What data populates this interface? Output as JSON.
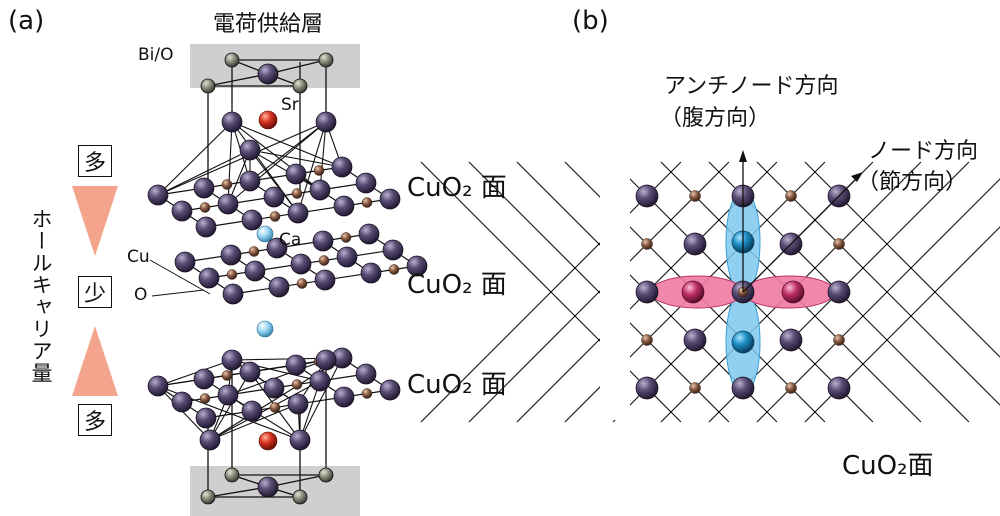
{
  "panel_a": {
    "label": "(a)",
    "charge_layer_label": "電荷供給層",
    "bio_label": "Bi/O",
    "sr_label": "Sr",
    "ca_label": "Ca",
    "cu_label": "Cu",
    "o_label": "O",
    "planes": [
      "CuO₂ 面",
      "CuO₂ 面",
      "CuO₂ 面"
    ],
    "hole_axis_label": "ホールキャリア量",
    "hole_levels": [
      "多",
      "少",
      "多"
    ]
  },
  "panel_b": {
    "label": "(b)",
    "antinode_line1": "アンチノード方向",
    "antinode_line2": "（腹方向）",
    "node_line1": "ノード方向",
    "node_line2": "（節方向）",
    "plane_label": "CuO₂面"
  },
  "colors": {
    "cu_atom": "#4a3f5c",
    "o_atom": "#8a5a44",
    "bi_atom": "#8a8a7a",
    "sr_atom": "#c0281a",
    "ca_atom": "#8fd0ee",
    "lobe_blue": "#5fb8e6",
    "lobe_pink": "#e85a8a",
    "arrow_triangle": "#f4a38c",
    "charge_layer_bg": "#cfcfcf"
  }
}
